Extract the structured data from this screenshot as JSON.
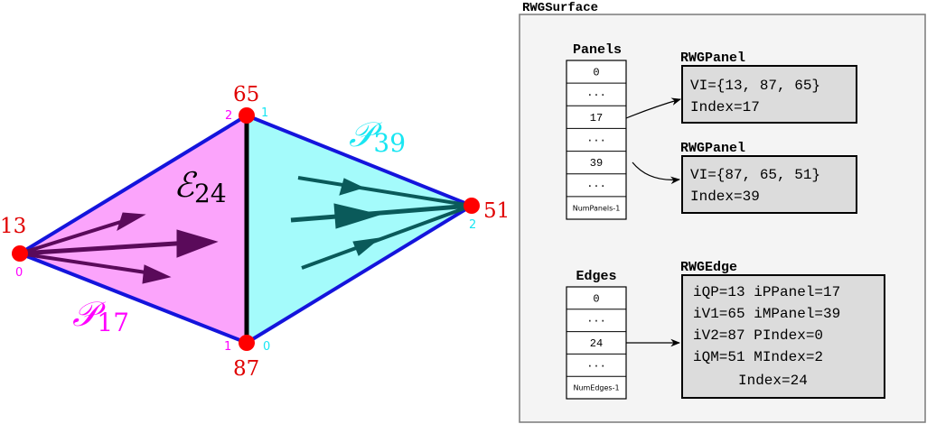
{
  "colors": {
    "panel17_fill": "#fba4fb",
    "panel39_fill": "#a4fbfb",
    "panel_edge": "#1414dc",
    "vertex": "#ff0000",
    "vertex_label": "#e00000",
    "panel17_label": "#ff00ff",
    "panel39_label": "#19e6f2",
    "arrows17": "#5a0a5a",
    "arrows39": "#0a5a5a",
    "box_fill": "#dcdcdc",
    "surface_fill": "#f4f4f4"
  },
  "mesh": {
    "vertices": {
      "v13": "13",
      "v65": "65",
      "v87": "87",
      "v51": "51"
    },
    "local_indices": {
      "v13_p17": "0",
      "v65_p17": "2",
      "v65_p39": "1",
      "v87_p17": "1",
      "v87_p39": "0",
      "v51_p39": "2"
    },
    "panel17_label": {
      "base": "𝒫",
      "sub": "17"
    },
    "panel39_label": {
      "base": "𝒫",
      "sub": "39"
    },
    "edge_label": {
      "base": "ℰ",
      "sub": "24"
    }
  },
  "surface": {
    "title": "RWGSurface",
    "panels": {
      "header": "Panels",
      "cells": [
        "0",
        "···",
        "17",
        "···",
        "39",
        "···",
        "NumPanels-1"
      ]
    },
    "edges": {
      "header": "Edges",
      "cells": [
        "0",
        "···",
        "24",
        "···",
        "NumEdges-1"
      ]
    },
    "panel_box_1": {
      "header": "RWGPanel",
      "lines": [
        "VI={13, 87, 65}",
        "Index=17"
      ]
    },
    "panel_box_2": {
      "header": "RWGPanel",
      "lines": [
        "VI={87, 65, 51}",
        "Index=39"
      ]
    },
    "edge_box": {
      "header": "RWGEdge",
      "lines": [
        "iQP=13 iPPanel=17",
        "iV1=65 iMPanel=39",
        "iV2=87 PIndex=0",
        "iQM=51 MIndex=2",
        "Index=24"
      ]
    }
  }
}
